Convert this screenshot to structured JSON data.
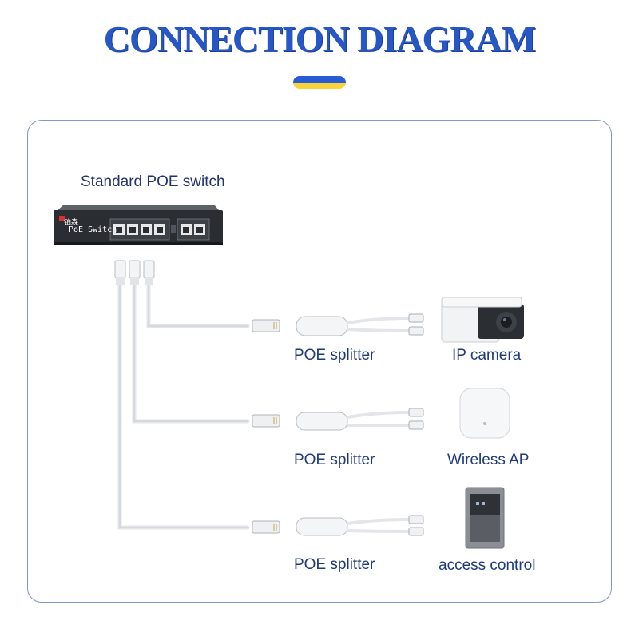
{
  "title": "CONNECTION DIAGRAM",
  "colors": {
    "title": "#2756c5",
    "accent_blue": "#2a5bd7",
    "accent_yellow": "#f6d43a",
    "panel_border": "#8597c8",
    "label_text": "#1f3a7a"
  },
  "switch": {
    "caption": "Standard POE switch",
    "brand": "铂森",
    "name": "PoE Switch",
    "port_count": 6
  },
  "branches": [
    {
      "splitter_label": "POE splitter",
      "device_label": "IP camera",
      "device_icon": "ip-camera-icon"
    },
    {
      "splitter_label": "POE splitter",
      "device_label": "Wireless AP",
      "device_icon": "wireless-ap-icon"
    },
    {
      "splitter_label": "POE splitter",
      "device_label": "access control",
      "device_icon": "access-control-icon"
    }
  ]
}
